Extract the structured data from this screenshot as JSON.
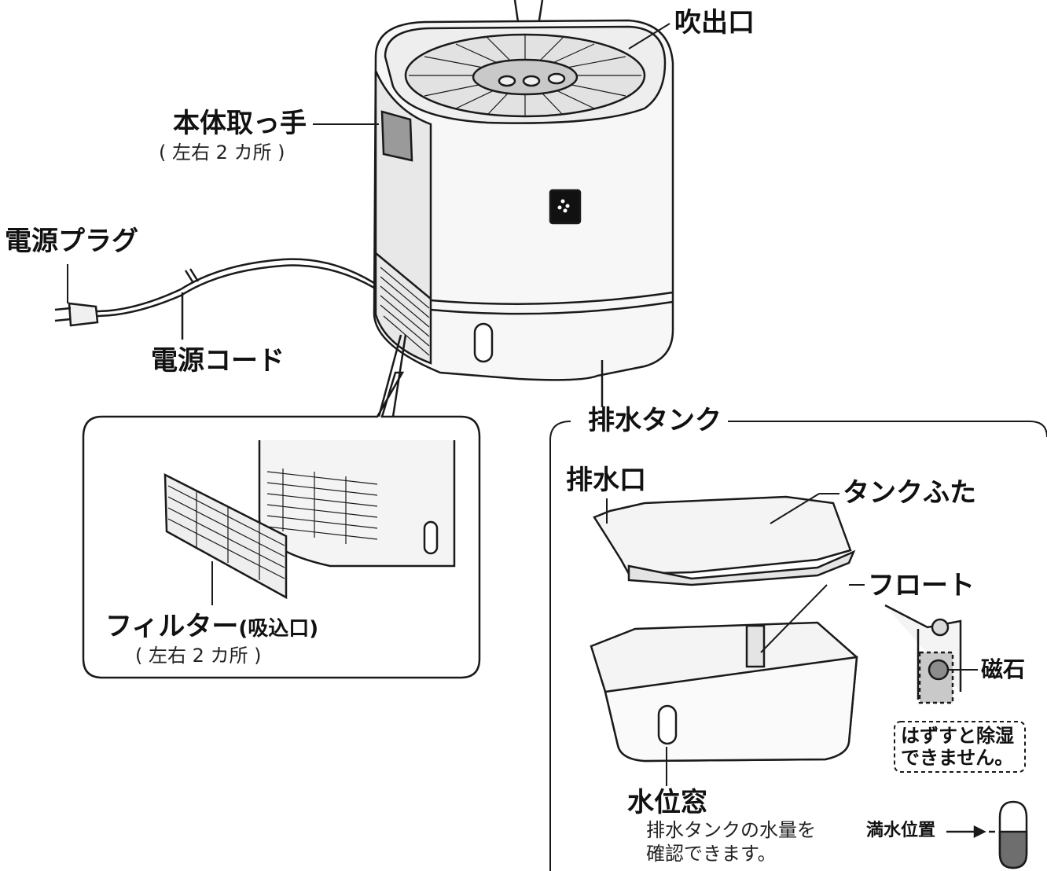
{
  "labels": {
    "outlet": "吹出口",
    "handle": "本体取っ手",
    "handle_note": "( 左右 2 カ所 )",
    "plug": "電源プラグ",
    "cord": "電源コード",
    "filter": "フィルター",
    "filter_paren": "(吸込口)",
    "filter_note": "( 左右 2 カ所 )",
    "tank_section": "排水タンク",
    "drain_port": "排水口",
    "tank_lid": "タンクふた",
    "float": "フロート",
    "magnet": "磁石",
    "magnet_warning_1": "はずすと除湿",
    "magnet_warning_2": "できません。",
    "water_window": "水位窓",
    "water_window_note_1": "排水タンクの水量を",
    "water_window_note_2": "確認できます。",
    "full_level": "満水位置"
  },
  "colors": {
    "line": "#1a1a1a",
    "body": "#f7f7f7",
    "shade": "#d9d9d9",
    "water": "#6e6e6e"
  }
}
